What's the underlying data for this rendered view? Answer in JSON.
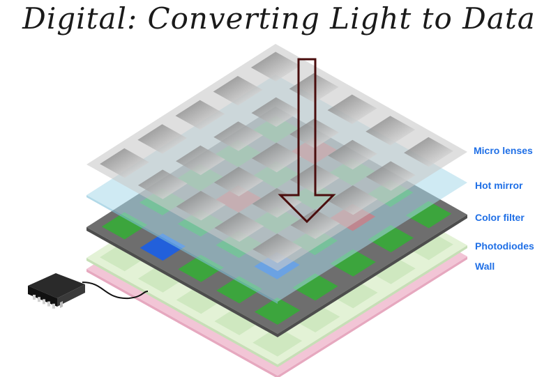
{
  "title": "Digital: Converting Light to Data",
  "layers": [
    {
      "id": "micro-lenses",
      "label": "Micro lenses"
    },
    {
      "id": "hot-mirror",
      "label": "Hot mirror"
    },
    {
      "id": "color-filter",
      "label": "Color filter"
    },
    {
      "id": "photodiodes",
      "label": "Photodiodes"
    },
    {
      "id": "wall",
      "label": "Wall"
    }
  ],
  "colors": {
    "label": "#1f6fe6",
    "lens_plate": "#c9c9c9",
    "hot_mirror": "#a8d8ea",
    "filter_frame": "#6e6e6e",
    "green": "#39a83a",
    "blue": "#1e5fe0",
    "red": "#e01e1e",
    "photodiode": "#cfe8c0",
    "wall": "#f2c5d6",
    "arrow": "#4a0d0d"
  },
  "icons": [
    "chip-icon",
    "down-arrow-icon"
  ]
}
